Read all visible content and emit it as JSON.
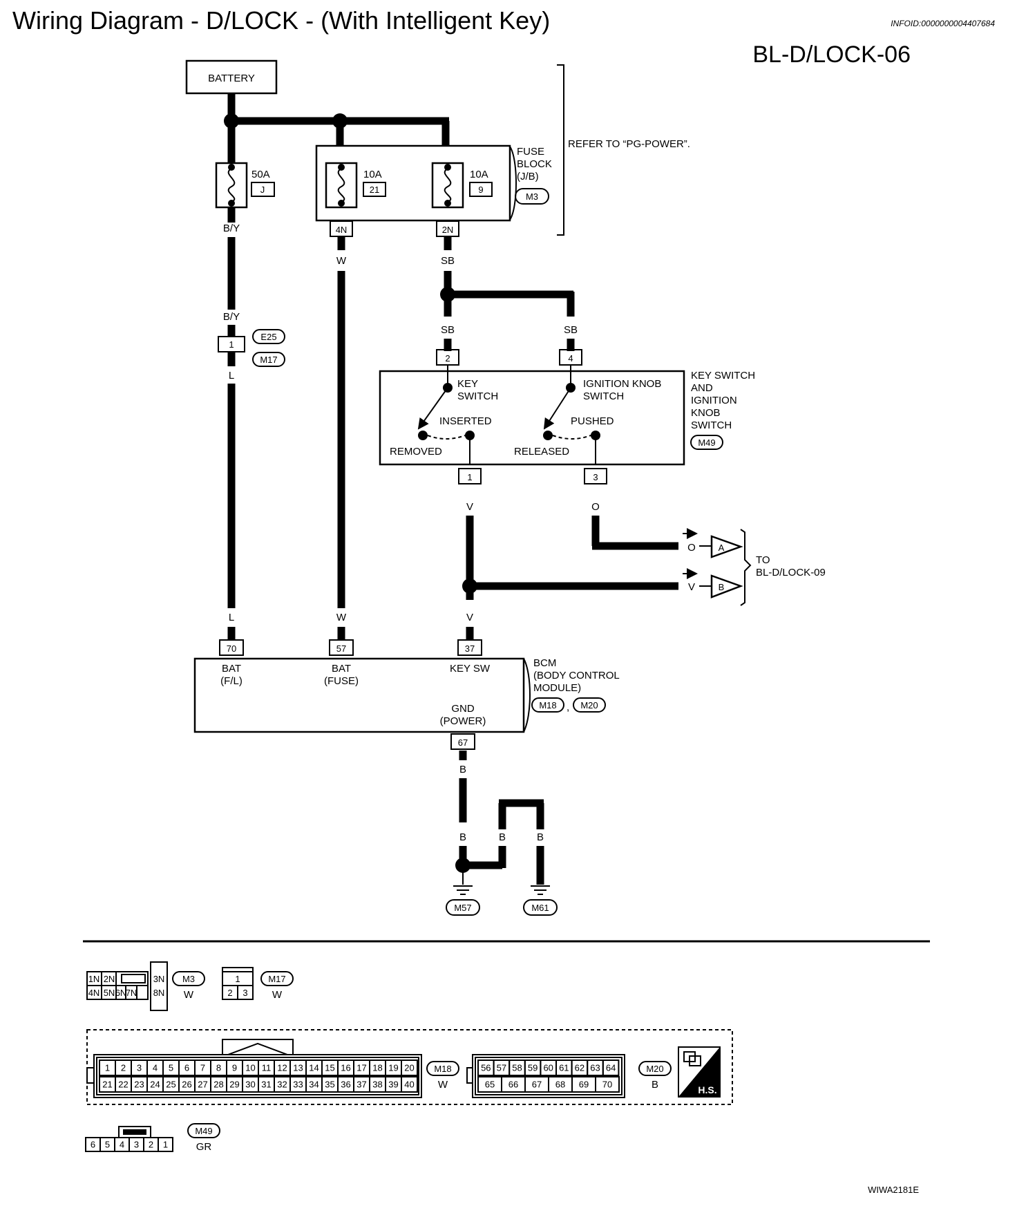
{
  "header": {
    "title": "Wiring Diagram - D/LOCK - (With Intelligent Key)",
    "info_id": "INFOID:0000000004407684",
    "page_id": "BL-D/LOCK-06",
    "refer_note": "REFER TO “PG-POWER”."
  },
  "power": {
    "battery": "BATTERY",
    "fuse_main": {
      "rating": "50A",
      "id": "J"
    },
    "fuse_a": {
      "rating": "10A",
      "id": "21"
    },
    "fuse_b": {
      "rating": "10A",
      "id": "9"
    },
    "fuse_block": [
      "FUSE",
      "BLOCK",
      "(J/B)"
    ],
    "fuse_block_conn": "M3",
    "term_4n": "4N",
    "term_2n": "2N"
  },
  "wires": {
    "by": "B/Y",
    "w": "W",
    "sb": "SB",
    "l": "L",
    "v": "V",
    "o": "O",
    "b": "B"
  },
  "connectors": {
    "e25": "E25",
    "m17": "M17",
    "pin1": "1",
    "sw_pin2": "2",
    "sw_pin4": "4",
    "sw_pin1": "1",
    "sw_pin3": "3",
    "bcm_70": "70",
    "bcm_57": "57",
    "bcm_37": "37",
    "bcm_67": "67",
    "ground1": "M57",
    "ground2": "M61"
  },
  "key_switch": {
    "key_switch": [
      "KEY",
      "SWITCH"
    ],
    "ign_switch": [
      "IGNITION KNOB",
      "SWITCH"
    ],
    "inserted": "INSERTED",
    "removed": "REMOVED",
    "pushed": "PUSHED",
    "released": "RELEASED",
    "component": [
      "KEY SWITCH",
      "AND",
      "IGNITION",
      "KNOB",
      "SWITCH"
    ],
    "conn": "M49"
  },
  "to_ref": {
    "a": "A",
    "b": "B",
    "to": "TO",
    "target": "BL-D/LOCK-09"
  },
  "bcm": {
    "bat_fl": [
      "BAT",
      "(F/L)"
    ],
    "bat_fuse": [
      "BAT",
      "(FUSE)"
    ],
    "key_sw": "KEY SW",
    "gnd": [
      "GND",
      "(POWER)"
    ],
    "component": [
      "BCM",
      "(BODY CONTROL",
      "MODULE)"
    ],
    "conn1": "M18",
    "conn2": "M20",
    "comma": ","
  },
  "connector_views": {
    "m3": {
      "id": "M3",
      "color": "W",
      "top": [
        "1N",
        "2N",
        "3N"
      ],
      "bottom": [
        "4N",
        "5N",
        "6N",
        "7N",
        "8N"
      ]
    },
    "m17": {
      "id": "M17",
      "color": "W",
      "top": [
        "1"
      ],
      "bottom": [
        "2",
        "3"
      ]
    },
    "m18": {
      "id": "M18",
      "color": "W",
      "top": [
        "1",
        "2",
        "3",
        "4",
        "5",
        "6",
        "7",
        "8",
        "9",
        "10",
        "11",
        "12",
        "13",
        "14",
        "15",
        "16",
        "17",
        "18",
        "19",
        "20"
      ],
      "bottom": [
        "21",
        "22",
        "23",
        "24",
        "25",
        "26",
        "27",
        "28",
        "29",
        "30",
        "31",
        "32",
        "33",
        "34",
        "35",
        "36",
        "37",
        "38",
        "39",
        "40"
      ]
    },
    "m20": {
      "id": "M20",
      "color": "B",
      "top": [
        "56",
        "57",
        "58",
        "59",
        "60",
        "61",
        "62",
        "63",
        "64"
      ],
      "bottom": [
        "65",
        "66",
        "67",
        "68",
        "69",
        "70"
      ]
    },
    "hs": "H.S.",
    "m49": {
      "id": "M49",
      "color": "GR",
      "pins": [
        "6",
        "5",
        "4",
        "3",
        "2",
        "1"
      ]
    }
  },
  "footer_code": "WIWA2181E"
}
